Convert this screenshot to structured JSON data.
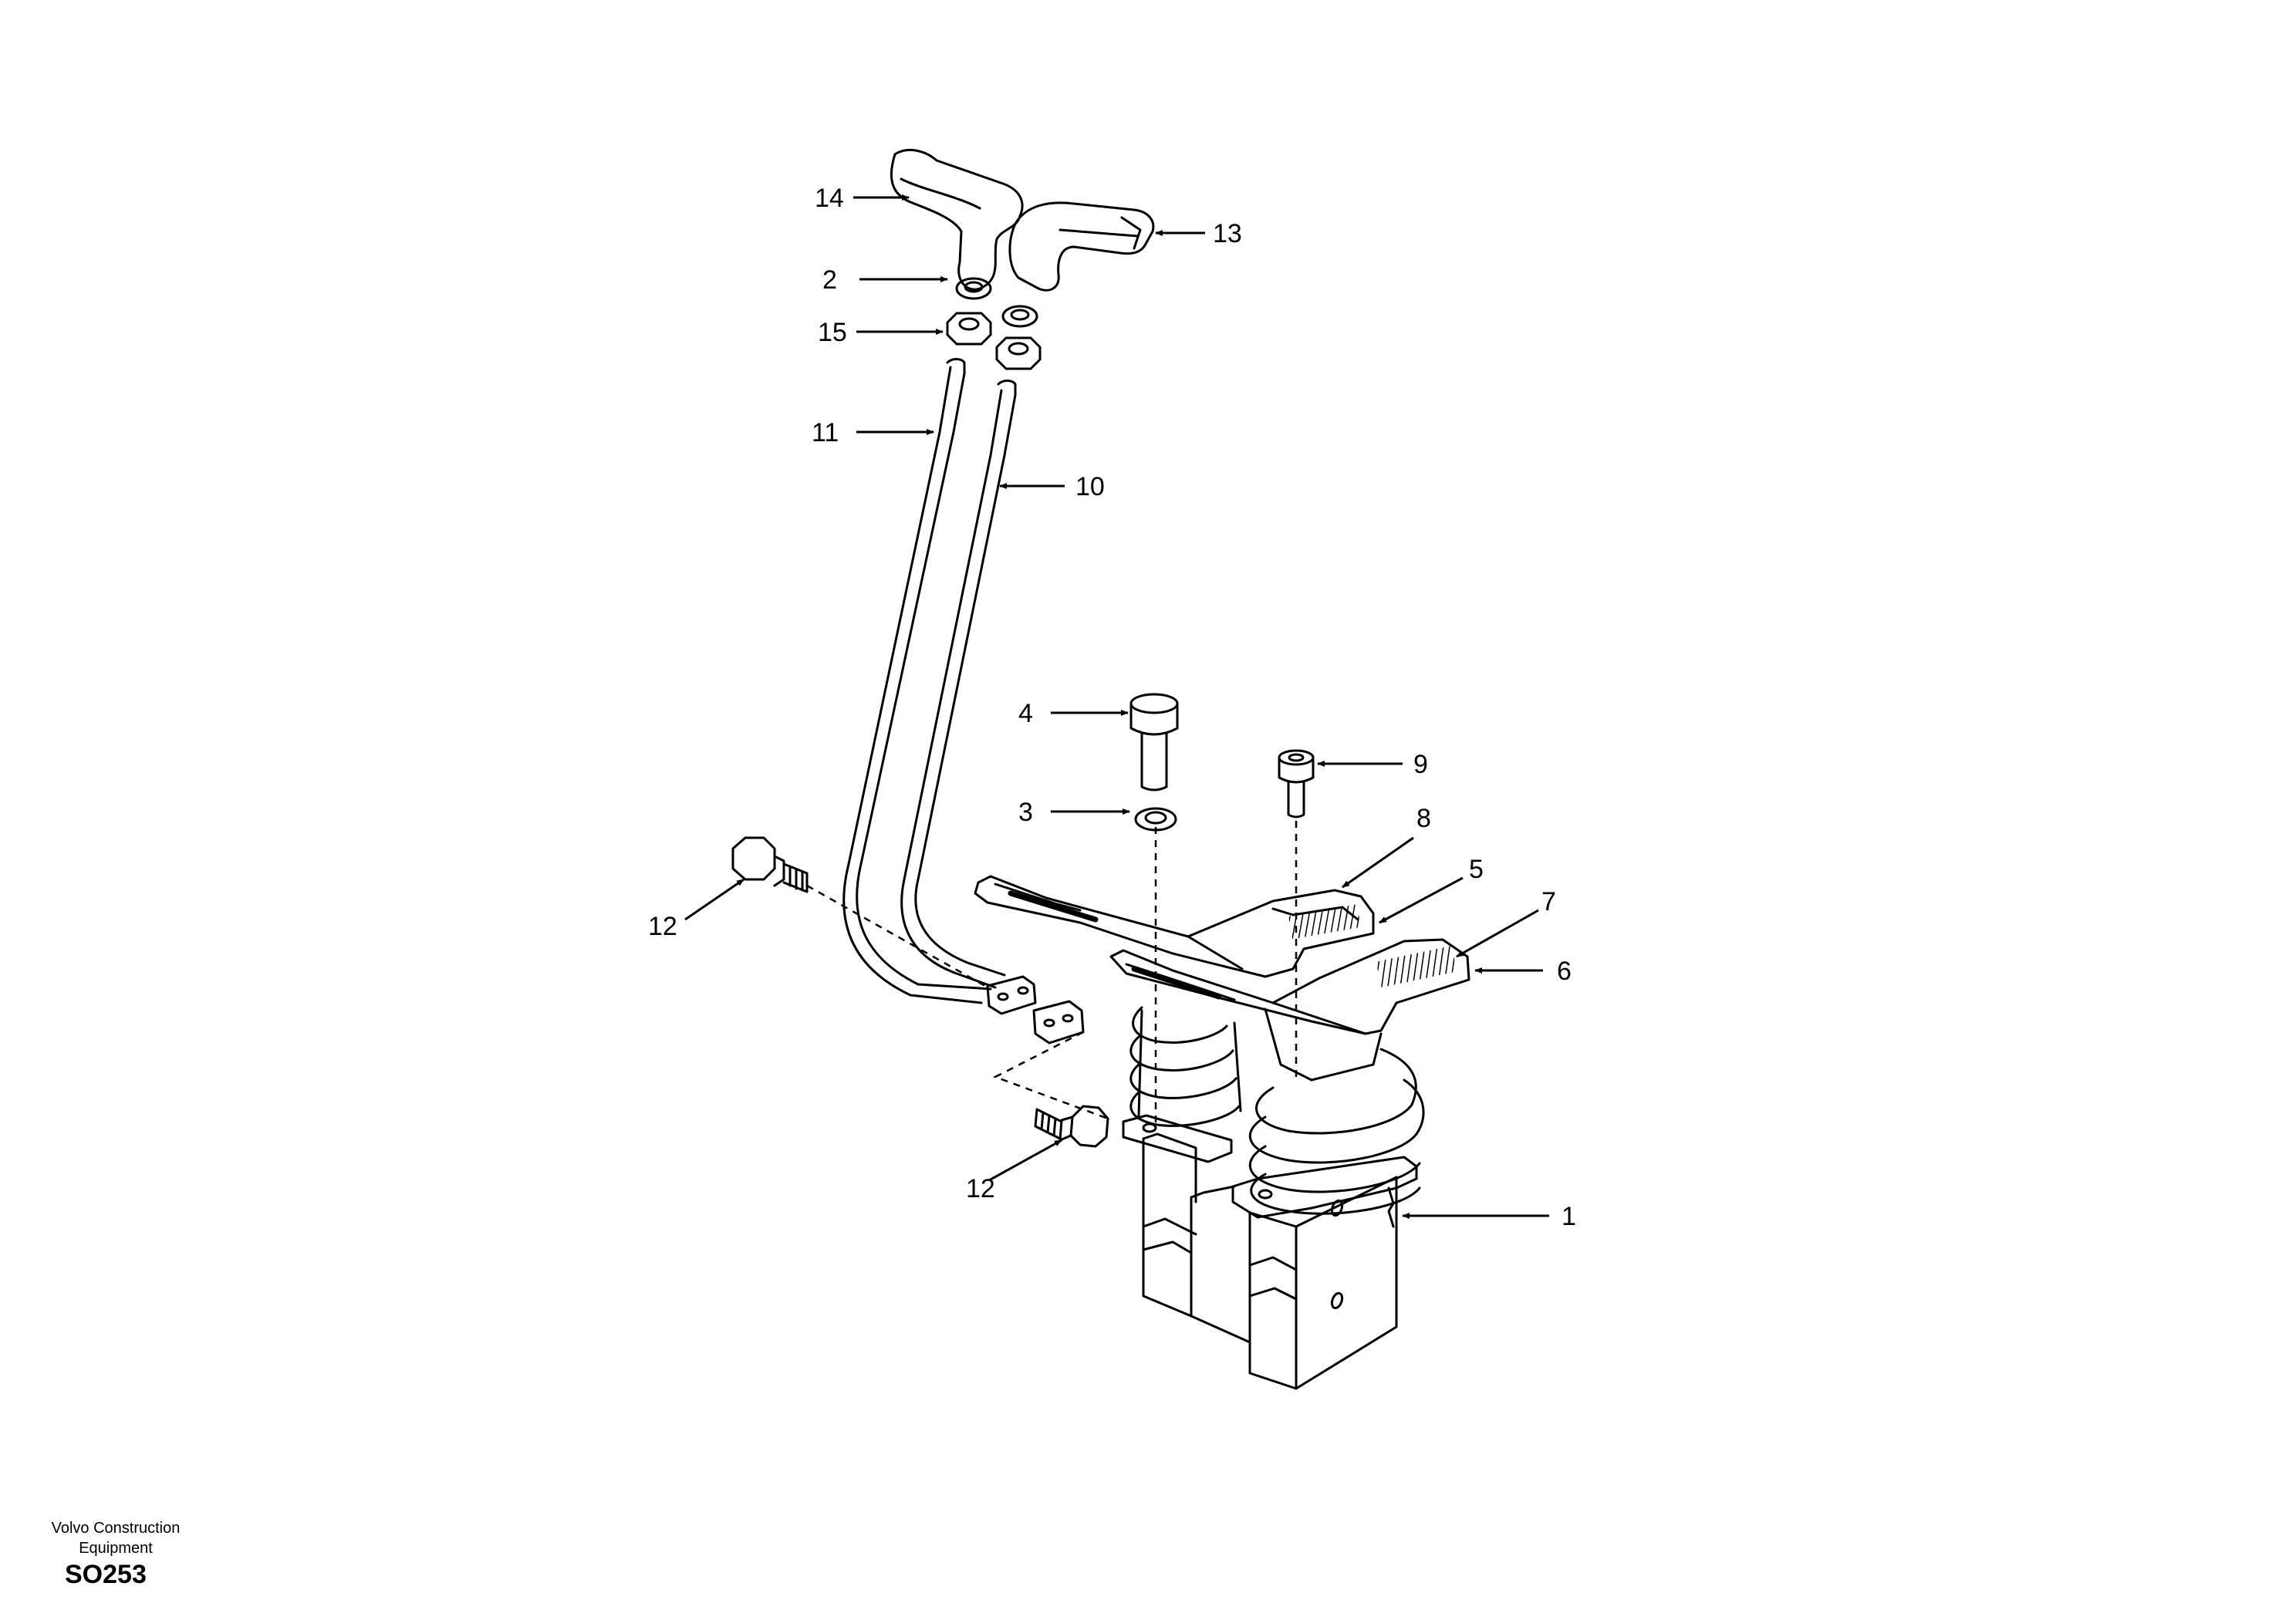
{
  "callouts": {
    "c1": "1",
    "c2": "2",
    "c3": "3",
    "c4": "4",
    "c5": "5",
    "c6": "6",
    "c7": "7",
    "c8": "8",
    "c9": "9",
    "c10": "10",
    "c11": "11",
    "c12a": "12",
    "c12b": "12",
    "c13": "13",
    "c14": "14",
    "c15": "15"
  },
  "footer": {
    "company_line1": "Volvo Construction",
    "company_line2": "Equipment",
    "code": "SO253"
  },
  "colors": {
    "line": "#000000",
    "background": "#ffffff"
  }
}
